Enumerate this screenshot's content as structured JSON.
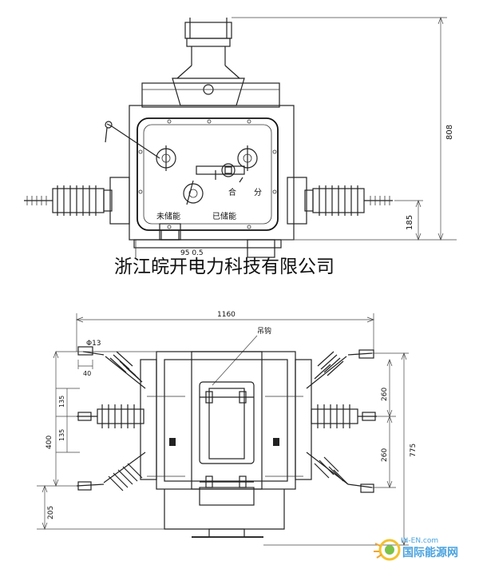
{
  "company_name": "浙江皖开电力科技有限公司",
  "front_view": {
    "label_close": "合",
    "label_open": "分",
    "label_not_charged": "未储能",
    "label_charged": "已储能",
    "dim_height": "808",
    "dim_bushing_height": "185",
    "dim_partial": "95 0.5"
  },
  "top_view": {
    "dim_width": "1160",
    "hook_label": "吊钩",
    "hole_label": "Φ13",
    "dim_40": "40",
    "dim_135_upper": "135",
    "dim_135_lower": "135",
    "dim_400": "400",
    "dim_205": "205",
    "dim_260_upper": "260",
    "dim_260_lower": "260",
    "dim_775": "775"
  },
  "watermark": {
    "site": "IN-EN.com",
    "brand": "国际能源网"
  }
}
